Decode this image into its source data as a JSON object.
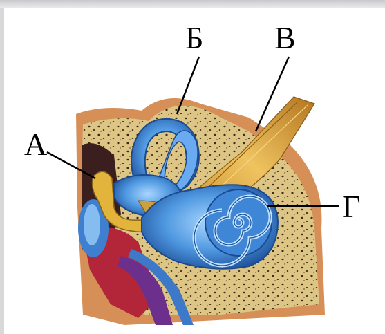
{
  "labels": {
    "a": "А",
    "b": "Б",
    "v": "В",
    "g": "Г"
  },
  "colors": {
    "background": "#ffffff",
    "bone": "#d8c07a",
    "bone_dark": "#9a7a3a",
    "labyrinth": "#4a8fd8",
    "labyrinth_light": "#8ec4f4",
    "nerve": "#d9a23c",
    "ossicle": "#e0b23a",
    "artery": "#c0283a",
    "flesh": "#cf8c5a"
  }
}
